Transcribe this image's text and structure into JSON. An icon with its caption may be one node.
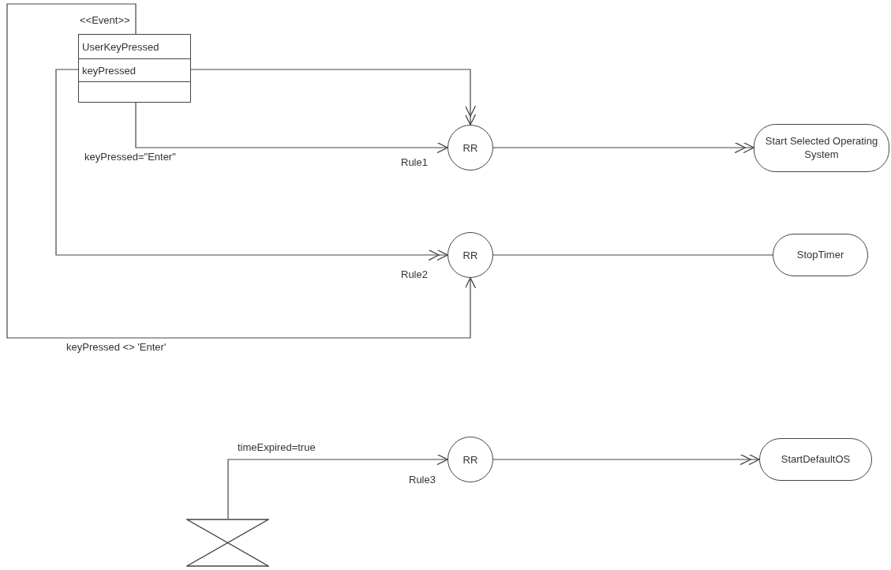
{
  "diagram": {
    "nodes": [
      {
        "text": [
          "<<Event>>",
          "UserKeyPressed",
          "keyPressed"
        ]
      },
      {
        "text": [
          "RR"
        ],
        "beside": [
          "Rule1"
        ]
      },
      {
        "text": [
          "Start Selected Operating System"
        ]
      },
      {
        "text": [
          "RR"
        ],
        "beside": [
          "Rule2"
        ]
      },
      {
        "text": [
          "StopTimer"
        ]
      },
      {
        "text": [
          "RR"
        ],
        "beside": [
          "Rule3"
        ]
      },
      {
        "text": [
          "StartDefaultOS"
        ]
      },
      {
        "text": [],
        "shape": "hourglass"
      }
    ],
    "edges": [
      {
        "from": 0,
        "to": 1,
        "arrow": "to"
      },
      {
        "from": 0,
        "to": 1,
        "arrow": "to",
        "label": "keyPressed=\"Enter\""
      },
      {
        "from": 1,
        "to": 2,
        "arrow": "to"
      },
      {
        "from": 0,
        "to": 3,
        "arrow": "to"
      },
      {
        "from": 0,
        "to": 3,
        "arrow": "to",
        "label": "keyPressed <> 'Enter'"
      },
      {
        "from": 3,
        "to": 4,
        "arrow": "none"
      },
      {
        "from": 7,
        "to": 5,
        "arrow": "to",
        "label": "timeExpired=true"
      },
      {
        "from": 5,
        "to": 6,
        "arrow": "to"
      }
    ]
  }
}
